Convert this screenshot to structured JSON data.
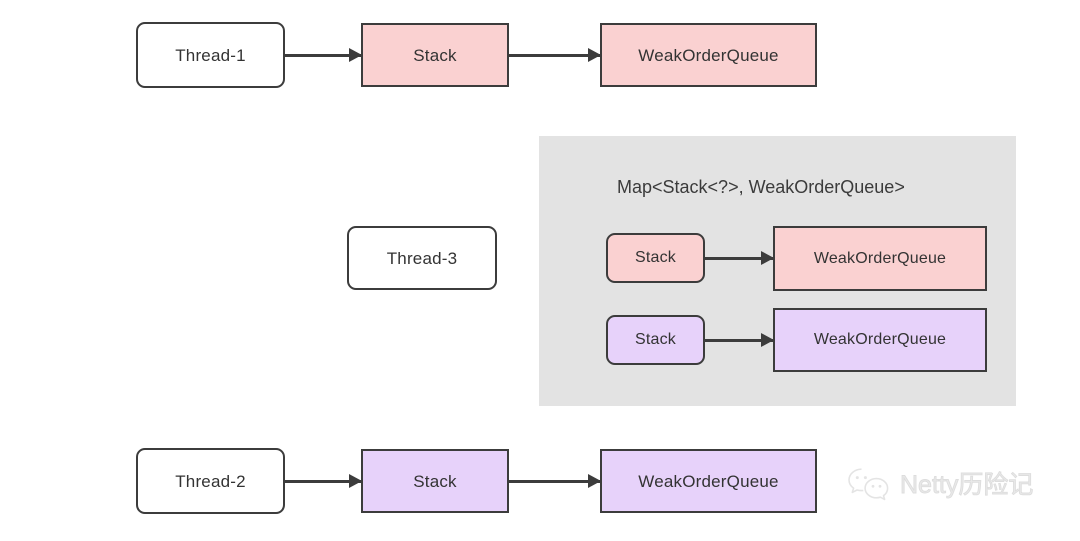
{
  "diagram": {
    "title": "Netty Recycler Stack / WeakOrderQueue per-thread mapping",
    "colors": {
      "pink_fill": "#fad1d1",
      "purple_fill": "#e7d2fa",
      "white_fill": "#ffffff",
      "panel_fill": "#e3e3e3",
      "border": "#3c3c3c",
      "text": "#333333",
      "watermark": "#e2e2e2"
    },
    "rows": {
      "top": {
        "thread_label": "Thread-1",
        "stack_label": "Stack",
        "queue_label": "WeakOrderQueue"
      },
      "middle": {
        "thread_label": "Thread-3"
      },
      "bottom": {
        "thread_label": "Thread-2",
        "stack_label": "Stack",
        "queue_label": "WeakOrderQueue"
      }
    },
    "map_panel": {
      "title": "Map<Stack<?>, WeakOrderQueue>",
      "entries": [
        {
          "key_label": "Stack",
          "value_label": "WeakOrderQueue",
          "color": "pink"
        },
        {
          "key_label": "Stack",
          "value_label": "WeakOrderQueue",
          "color": "purple"
        }
      ]
    },
    "watermark": {
      "icon": "wechat-icon",
      "text": "Netty历险记"
    }
  }
}
